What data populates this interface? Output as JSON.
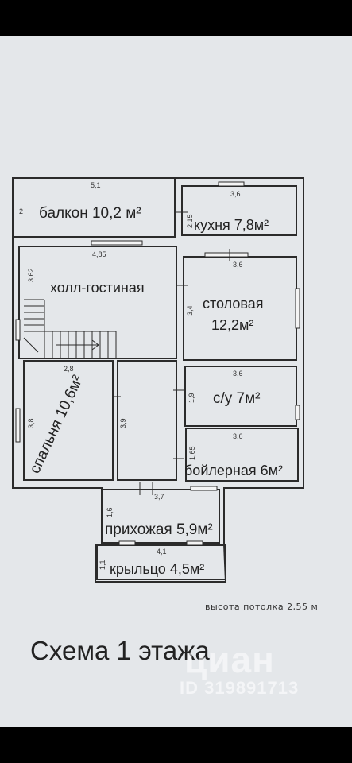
{
  "rooms": {
    "balcony": "балкон 10,2 м²",
    "kitchen": "кухня 7,8м²",
    "hall_living": "холл-гостиная",
    "dining_name": "столовая",
    "dining_area": "12,2м²",
    "bathroom": "с/у 7м²",
    "bedroom": "спальня 10,6м²",
    "boiler": "бойлерная 6м²",
    "entry": "прихожая 5,9м²",
    "porch": "крыльцо 4,5м²"
  },
  "dimensions": {
    "balcony_width": "5,1",
    "balcony_depth": "2",
    "kitchen_width": "3,6",
    "kitchen_depth": "2,15",
    "hall_width": "4,85",
    "dining_top": "3,6",
    "dining_depth": "3,4",
    "stair_height": "3,62",
    "bedroom_width": "2,8",
    "bath_width": "3,6",
    "bath_depth": "1,9",
    "bedroom_left": "3,8",
    "bedroom_right": "3,9",
    "boiler_width": "3,6",
    "boiler_depth": "1,65",
    "entry_width": "3,7",
    "entry_depth": "1,6",
    "porch_width": "4,1",
    "porch_depth": "1,1"
  },
  "ceiling_note": "высота потолка 2,55 м",
  "title": "Схема 1 этажа",
  "watermark": {
    "logo": "циан",
    "id": "ID 319891713"
  },
  "colors": {
    "paper": "#e4e7ea",
    "wall": "#2b2b2b",
    "text": "#222222"
  }
}
